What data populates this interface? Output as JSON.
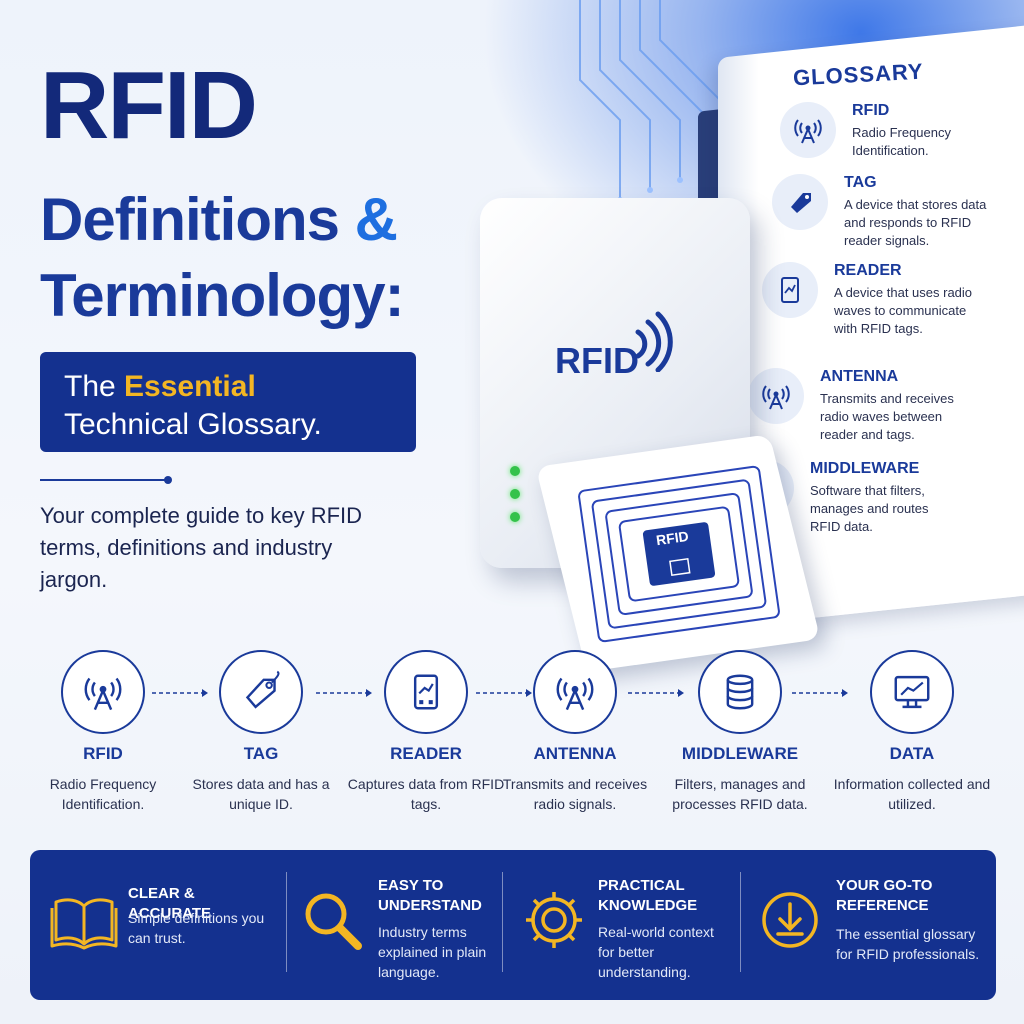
{
  "title": {
    "main": "RFID",
    "line2": "Definitions",
    "ampersand": "&",
    "line3": "Terminology:",
    "subtitle_pre": "The",
    "subtitle_accent": "Essential",
    "subtitle_post": "Technical Glossary."
  },
  "intro": "Your complete guide to key RFID terms, definitions and industry jargon.",
  "device": {
    "reader_label": "RFID",
    "chip_label": "RFID"
  },
  "glossary": {
    "heading": "GLOSSARY",
    "items": [
      {
        "term": "RFID",
        "definition": "Radio Frequency Identification.",
        "icon": "antenna-icon"
      },
      {
        "term": "TAG",
        "definition": "A device that stores data and responds to RFID reader signals.",
        "icon": "tag-icon"
      },
      {
        "term": "READER",
        "definition": "A device that uses radio waves to communicate with RFID tags.",
        "icon": "reader-icon"
      },
      {
        "term": "ANTENNA",
        "definition": "Transmits and receives radio waves between reader and tags.",
        "icon": "antenna-icon"
      },
      {
        "term": "MIDDLEWARE",
        "definition": "Software that filters, manages and routes RFID data.",
        "icon": "database-icon"
      }
    ]
  },
  "flow": [
    {
      "term": "RFID",
      "definition": "Radio Frequency Identification.",
      "icon": "antenna-icon"
    },
    {
      "term": "TAG",
      "definition": "Stores data and has a unique ID.",
      "icon": "tag-icon"
    },
    {
      "term": "READER",
      "definition": "Captures data from RFID tags.",
      "icon": "reader-icon"
    },
    {
      "term": "ANTENNA",
      "definition": "Transmits and receives radio signals.",
      "icon": "antenna-icon"
    },
    {
      "term": "MIDDLEWARE",
      "definition": "Filters, manages and processes RFID data.",
      "icon": "database-icon"
    },
    {
      "term": "DATA",
      "definition": "Information collected and utilized.",
      "icon": "monitor-chart-icon"
    }
  ],
  "features": [
    {
      "heading": "CLEAR & ACCURATE",
      "body": "Simple definitions you can trust.",
      "icon": "book-icon"
    },
    {
      "heading": "EASY TO UNDERSTAND",
      "body": "Industry terms explained in plain language.",
      "icon": "magnifier-icon"
    },
    {
      "heading": "PRACTICAL KNOWLEDGE",
      "body": "Real-world context for better understanding.",
      "icon": "gear-icon"
    },
    {
      "heading": "YOUR GO-TO REFERENCE",
      "body": "The essential glossary for RFID professionals.",
      "icon": "download-icon"
    }
  ],
  "colors": {
    "navy": "#14318f",
    "title": "#13297a",
    "accent_gold": "#f3b623",
    "ampersand_blue": "#1e6fe0",
    "led_green": "#34c24a"
  }
}
